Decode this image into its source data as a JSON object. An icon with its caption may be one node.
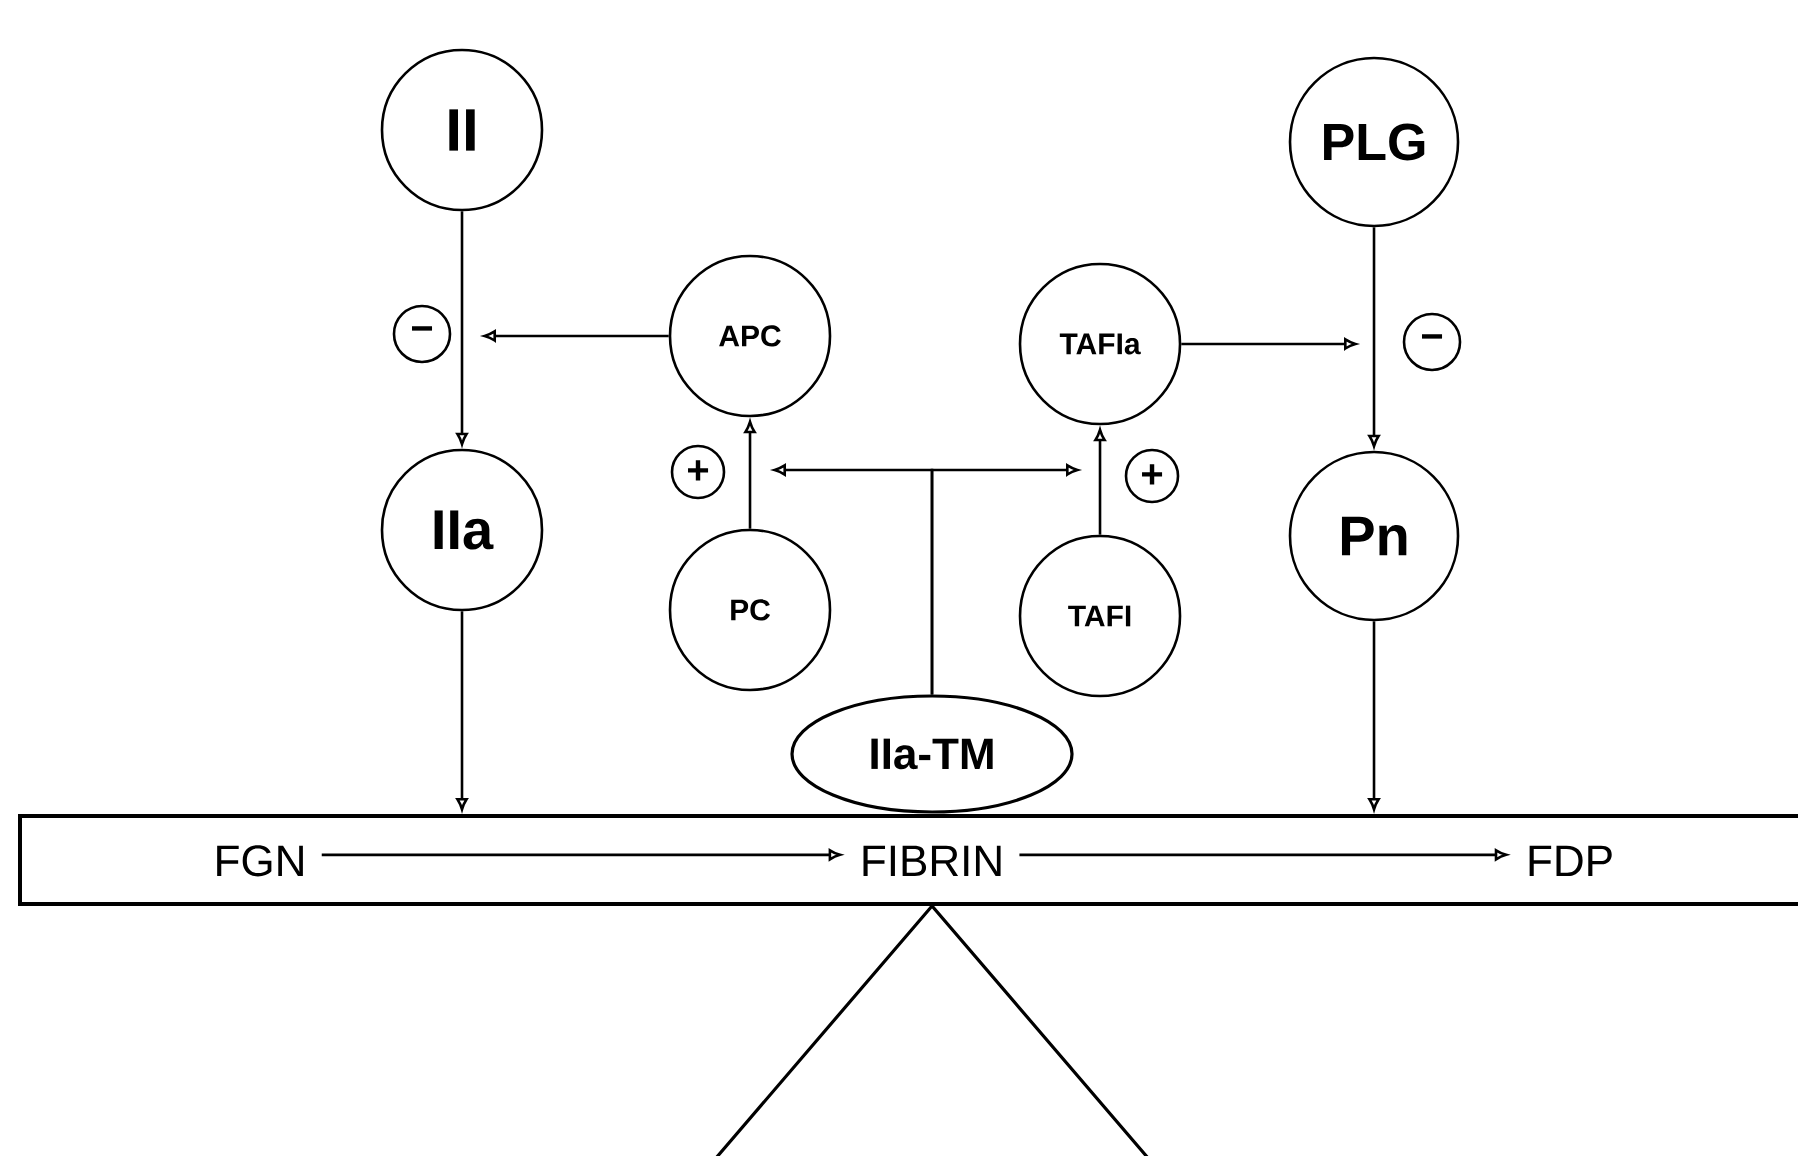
{
  "diagram": {
    "nodes": [
      {
        "text": [
          "II"
        ]
      },
      {
        "text": [
          "PLG"
        ]
      },
      {
        "text": [
          "APC"
        ]
      },
      {
        "text": [
          "TAFIa"
        ]
      },
      {
        "text": [
          "−"
        ]
      },
      {
        "text": [
          "−"
        ]
      },
      {
        "text": [
          "IIa"
        ]
      },
      {
        "text": [
          "+"
        ]
      },
      {
        "text": [
          "+"
        ]
      },
      {
        "text": [
          "PC"
        ]
      },
      {
        "text": [
          "TAFI"
        ]
      },
      {
        "text": [
          "Pn"
        ]
      },
      {
        "text": [
          "IIa-TM"
        ]
      },
      {
        "text": [],
        "shape": "bar"
      },
      {
        "text": [
          "FGN"
        ],
        "in": 13
      },
      {
        "text": [
          "FIBRIN"
        ],
        "in": 13
      },
      {
        "text": [
          "FDP"
        ],
        "in": 13
      }
    ],
    "edges": [
      {
        "from": 0,
        "to": 6,
        "arrow": "to"
      },
      {
        "from": 2,
        "to": null,
        "arrow": "to"
      },
      {
        "from": 1,
        "to": 11,
        "arrow": "to"
      },
      {
        "from": 3,
        "to": null,
        "arrow": "to"
      },
      {
        "from": 9,
        "to": 2,
        "arrow": "to"
      },
      {
        "from": 10,
        "to": 3,
        "arrow": "to"
      },
      {
        "from": 12,
        "to": null,
        "arrow": "to"
      },
      {
        "from": 12,
        "to": null,
        "arrow": "to"
      },
      {
        "from": 6,
        "to": 13,
        "arrow": "to"
      },
      {
        "from": 11,
        "to": 13,
        "arrow": "to"
      },
      {
        "from": 14,
        "to": 15,
        "arrow": "to"
      },
      {
        "from": 15,
        "to": 16,
        "arrow": "to"
      }
    ]
  }
}
